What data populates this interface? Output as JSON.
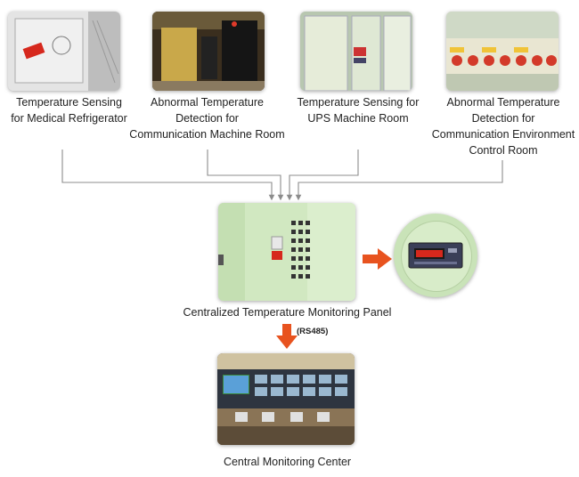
{
  "sources": [
    {
      "lines": [
        "Temperature Sensing",
        "for Medical Refrigerator"
      ]
    },
    {
      "lines": [
        "Abnormal Temperature",
        "Detection for",
        "Communication Machine Room"
      ]
    },
    {
      "lines": [
        "Temperature Sensing for",
        "UPS Machine Room"
      ]
    },
    {
      "lines": [
        "Abnormal Temperature",
        "Detection for",
        "Communication Environment",
        "Control Room"
      ]
    }
  ],
  "panel": {
    "label": "Centralized Temperature Monitoring Panel"
  },
  "link": {
    "label": "(RS485)"
  },
  "center": {
    "label": "Central Monitoring Center"
  },
  "colors": {
    "arrow": "#e8531f",
    "connector": "#8c8c8c",
    "panel_green": "#cfe7c0",
    "magnifier_ring": "#c9e3b8"
  }
}
